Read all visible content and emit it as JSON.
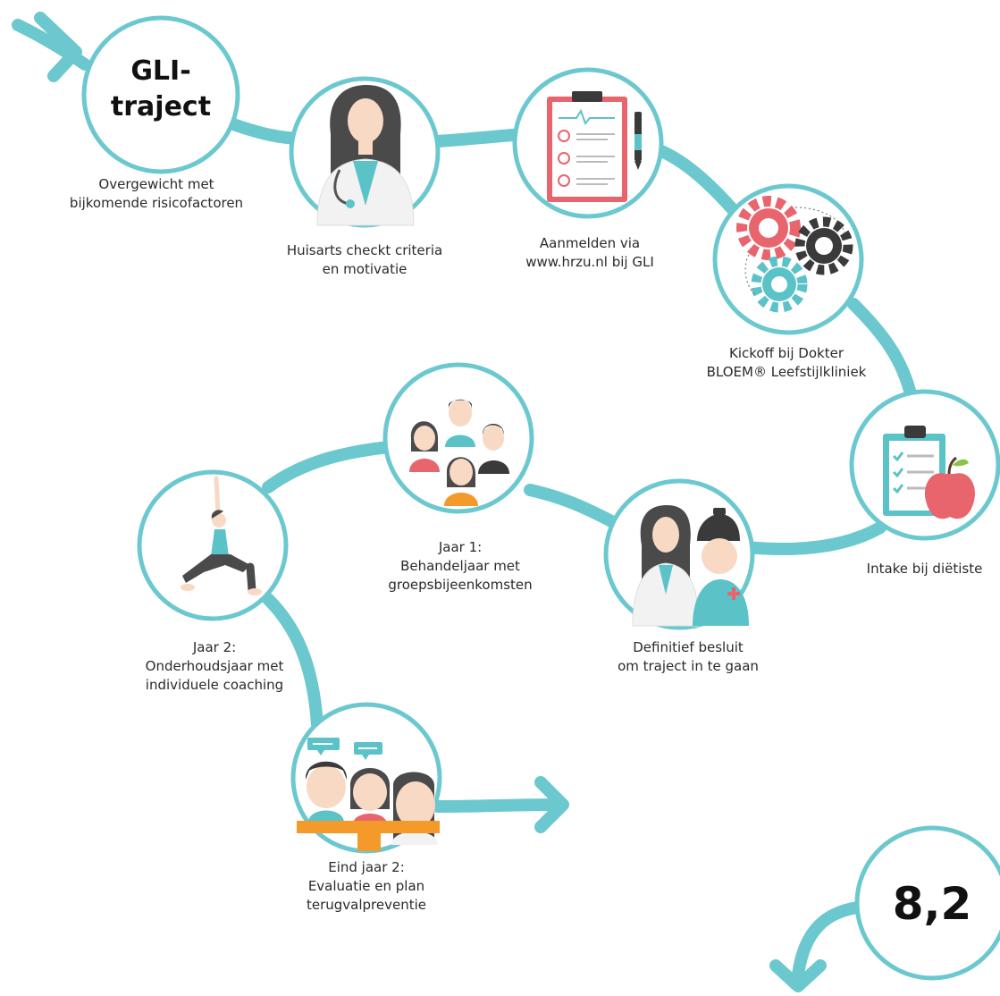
{
  "colors": {
    "path": "#6cc8cf",
    "teal": "#5bc3c8",
    "coral": "#e8656e",
    "dark": "#3a3a3a",
    "skin": "#f7d9c4",
    "hair": "#4a4a4a",
    "orange": "#f39a2b"
  },
  "steps": [
    {
      "id": "start",
      "title": "GLI-\ntraject",
      "caption": "Overgewicht met\nbijkomende risicofactoren",
      "icon": "title-text"
    },
    {
      "id": "huisarts",
      "caption": "Huisarts checkt criteria\nen motivatie",
      "icon": "doctor-icon"
    },
    {
      "id": "aanmelden",
      "caption": "Aanmelden via\nwww.hrzu.nl bij GLI",
      "icon": "clipboard-checklist-icon"
    },
    {
      "id": "kickoff",
      "caption": "Kickoff bij Dokter\nBLOEM® Leefstijlkliniek",
      "icon": "gears-icon"
    },
    {
      "id": "intake",
      "caption": "Intake bij diëtiste",
      "icon": "clipboard-apple-icon"
    },
    {
      "id": "besluit",
      "caption": "Definitief besluit\nom traject in te gaan",
      "icon": "doctor-patient-icon"
    },
    {
      "id": "jaar1",
      "caption": "Jaar 1:\nBehandeljaar met\ngroepsbijeenkomsten",
      "icon": "group-icon"
    },
    {
      "id": "jaar2",
      "caption": "Jaar 2:\nOnderhoudsjaar met\nindividuele coaching",
      "icon": "yoga-icon"
    },
    {
      "id": "eind",
      "caption": "Eind jaar 2:\nEvaluatie en plan\nterugvalpreventie",
      "icon": "meeting-icon"
    },
    {
      "id": "score",
      "title": "8,2",
      "icon": "score-text"
    }
  ]
}
